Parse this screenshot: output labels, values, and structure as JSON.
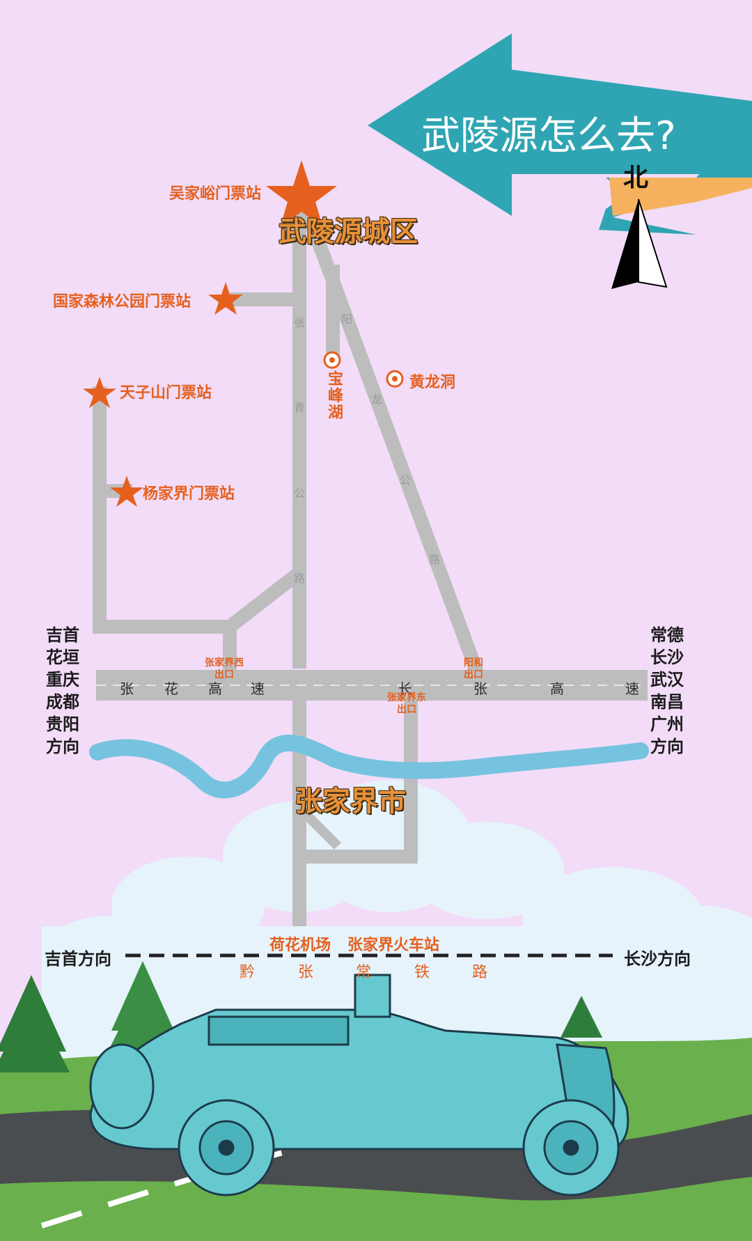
{
  "header": {
    "title": "武陵源怎么去?",
    "north_label": "北"
  },
  "colors": {
    "background": "#f2dcf7",
    "road": "#bdbdbd",
    "accent": "#e5601f",
    "arrow": "#2fa5b3",
    "river": "#76c3e0",
    "grass": "#6ab04c",
    "car": "#66c9d0"
  },
  "places": {
    "wulingyuan_district": "武陵源城区",
    "zhangjiajie_city": "张家界市",
    "wujiayu_gate": "吴家峪门票站",
    "forest_park_gate": "国家森林公园门票站",
    "tianzishan_gate": "天子山门票站",
    "yangjiajie_gate": "杨家界门票站",
    "baofeng_lake": "宝峰湖",
    "huanglong_cave": "黄龙洞",
    "hehua_airport": "荷花机场",
    "railway_station": "张家界火车站"
  },
  "exits": {
    "west": [
      "张家界西",
      "出口"
    ],
    "yanghe": [
      "阳和",
      "出口"
    ],
    "east": [
      "张家界东",
      "出口"
    ]
  },
  "roads": {
    "zhangqing": [
      "张",
      "青",
      "公",
      "路"
    ],
    "yanglong": [
      "阳",
      "龙",
      "公",
      "路"
    ],
    "expressway": [
      "张",
      "花",
      "高",
      "速",
      "长",
      "张",
      "高",
      "速"
    ],
    "railway": [
      "黔",
      "张",
      "常",
      "铁",
      "路"
    ]
  },
  "directions": {
    "west_cities": [
      "吉首",
      "花垣",
      "重庆",
      "成都",
      "贵阳",
      "方向"
    ],
    "east_cities": [
      "常德",
      "长沙",
      "武汉",
      "南昌",
      "广州",
      "方向"
    ],
    "rail_west": "吉首方向",
    "rail_east": "长沙方向"
  },
  "icons": [
    "star-marker-icon",
    "circle-marker-icon",
    "north-arrow-icon",
    "pine-tree-icon",
    "vintage-car-icon",
    "cloud-icon"
  ]
}
